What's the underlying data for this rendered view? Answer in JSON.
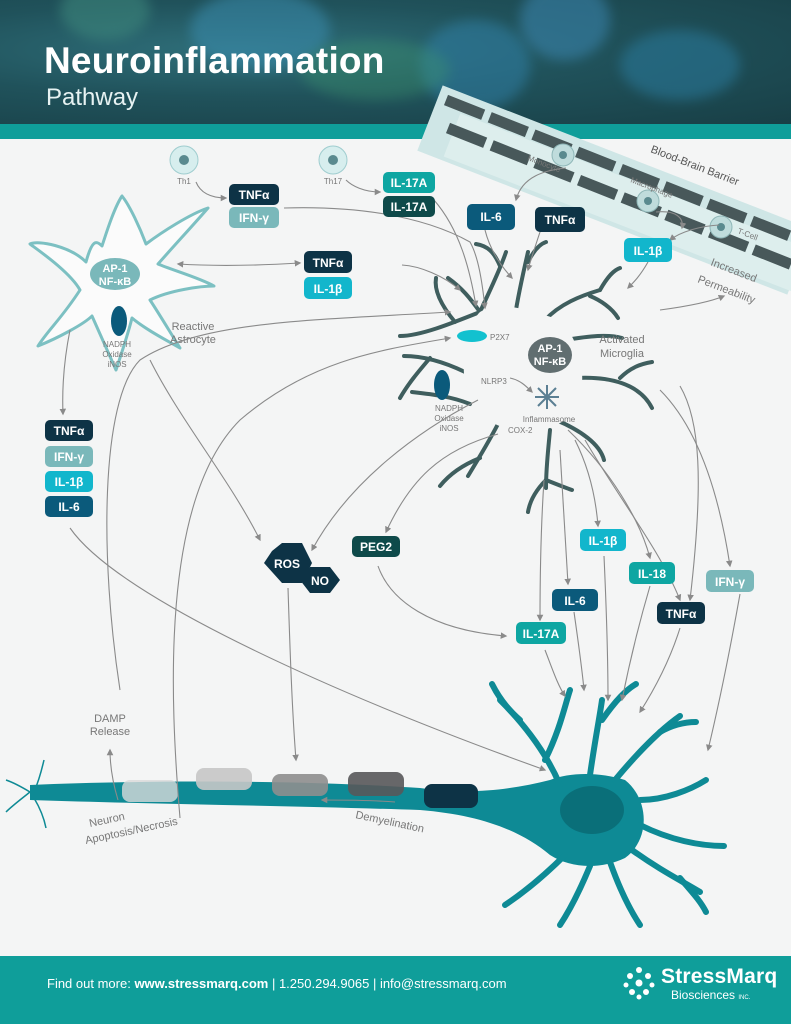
{
  "header": {
    "title": "Neuroinflammation",
    "subtitle": "Pathway"
  },
  "cells": {
    "th1": "Th1",
    "th17": "Th17",
    "monocyte": "Monocyte",
    "macrophage": "Macrophage",
    "tcell": "T-Cell",
    "bbb": "Blood-Brain Barrier",
    "permeability_1": "Increased",
    "permeability_2": "Permeability"
  },
  "astrocyte": {
    "tf_1": "AP-1",
    "tf_2": "NF-κB",
    "enzyme_1": "NADPH",
    "enzyme_2": "Oxidase",
    "enzyme_3": "iNOS",
    "label_1": "Reactive",
    "label_2": "Astrocyte"
  },
  "microglia": {
    "tf_1": "AP-1",
    "tf_2": "NF-κB",
    "p2x7": "P2X7",
    "nlrp3": "NLRP3",
    "inflammasome": "Inflammasome",
    "cox2": "COX-2",
    "enzyme_1": "NADPH",
    "enzyme_2": "Oxidase",
    "enzyme_3": "iNOS",
    "label_1": "Activated",
    "label_2": "Microglia"
  },
  "neuron": {
    "damp_1": "DAMP",
    "damp_2": "Release",
    "death_1": "Neuron",
    "death_2": "Apoptosis/Necrosis",
    "demyelination": "Demyelination"
  },
  "badges": {
    "th1_tnfa": "TNFα",
    "th1_ifng": "IFN-γ",
    "th17_il17a_1": "IL-17A",
    "th17_il17a_2": "IL-17A",
    "mono_il6": "IL-6",
    "mono_tnfa": "TNFα",
    "macro_il1b": "IL-1β",
    "mid_tnfa": "TNFα",
    "mid_il1b": "IL-1β",
    "astro_tnfa": "TNFα",
    "astro_ifng": "IFN-γ",
    "astro_il1b": "IL-1β",
    "astro_il6": "IL-6",
    "ros": "ROS",
    "no": "NO",
    "peg2": "PEG2",
    "mg_il1b": "IL-1β",
    "mg_il18": "IL-18",
    "mg_ifng": "IFN-γ",
    "mg_il6": "IL-6",
    "mg_tnfa": "TNFα",
    "mg_il17a": "IL-17A"
  },
  "colors": {
    "navy": "#0d3346",
    "sage": "#7ab8ba",
    "teal": "#0ea6a2",
    "cyan": "#12b6cc",
    "blue": "#0b5a7b",
    "dark_teal": "#0e4a4a",
    "neuron": "#0e8a95",
    "glia": "#3f5e5e",
    "astro_outline": "#7cc0c2"
  },
  "footer": {
    "prefix": "Find out more: ",
    "website": "www.stressmarq.com",
    "sep1": " | ",
    "phone": "1.250.294.9065",
    "sep2": " | ",
    "email": "info@stressmarq.com",
    "brand": "StressMarq",
    "brand_sub": "Biosciences",
    "brand_inc": "INC."
  }
}
